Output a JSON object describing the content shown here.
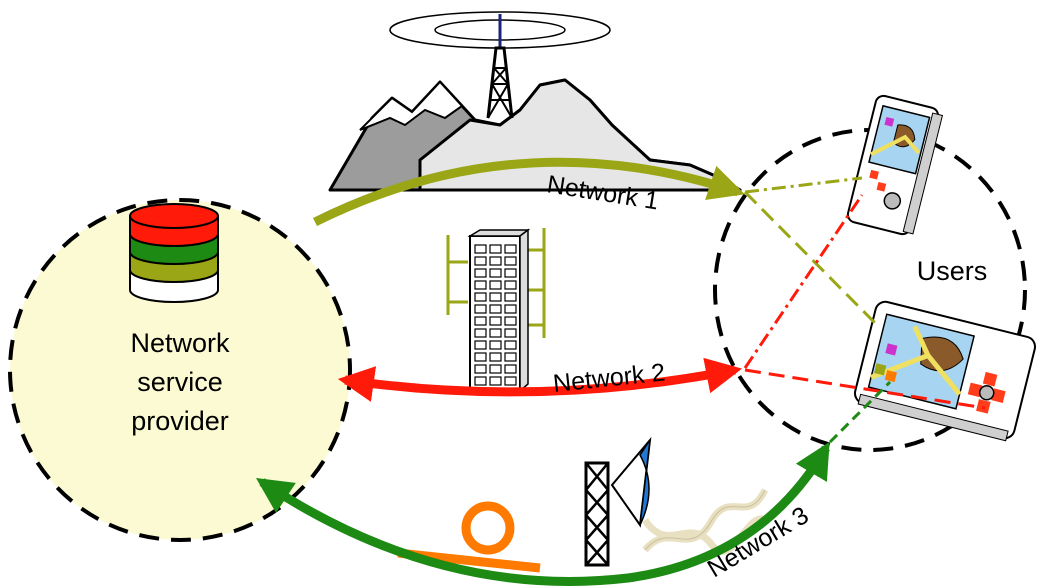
{
  "provider": {
    "label_lines": [
      "Network",
      "service",
      "provider"
    ],
    "fill": "#fbfad2"
  },
  "users": {
    "label": "Users"
  },
  "networks": [
    {
      "label": "Network 1",
      "color": "#9aa616"
    },
    {
      "label": "Network 2",
      "color": "#ff1a0a"
    },
    {
      "label": "Network 3",
      "color": "#1d8a14"
    }
  ],
  "database_layers": [
    "#ff1a0a",
    "#1d8a14",
    "#9aa616",
    "#ffffff"
  ],
  "icons": [
    "database-icon",
    "mountain-icon",
    "radio-tower-icon",
    "office-building-icon",
    "satellite-dish-icon",
    "fiber-coil-icon",
    "cable-icon",
    "handheld-device-icon"
  ]
}
